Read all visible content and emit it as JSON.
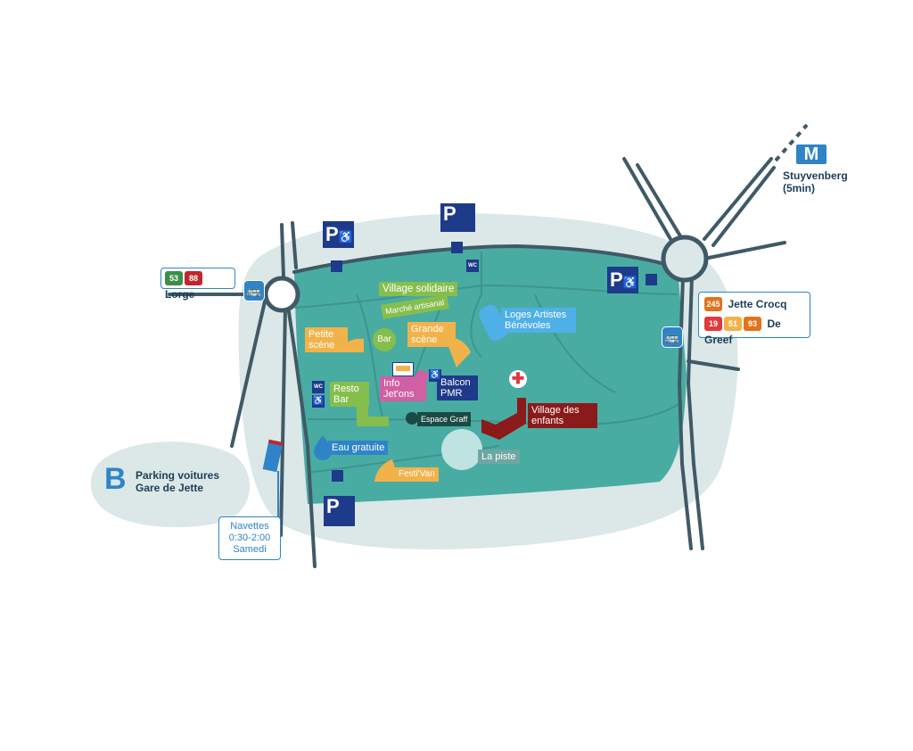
{
  "map": {
    "colors": {
      "park": "#48aca3",
      "halo": "#dbe8e7",
      "road": "#3f5a66",
      "navy": "#1e3a8a",
      "accent_blue": "#2f84c8",
      "green": "#86be4d",
      "orange": "#f2b24a",
      "pink": "#d15fa3",
      "dark_red": "#8b1a1a"
    },
    "venues": {
      "village_solidaire": "Village solidaire",
      "marche_artisanal": "Marché artisanal",
      "petite_scene": "Petite scène",
      "bar": "Bar",
      "grande_scene": "Grande scène",
      "loges": "Loges Artistes Bénévoles",
      "resto_bar": "Resto Bar",
      "info": "Info Jet'ons",
      "balcon": "Balcon PMR",
      "espace_graff": "Espace Graff",
      "village_enfants": "Village des enfants",
      "eau": "Eau gratuite",
      "festivan": "Festi'Van",
      "piste": "La piste",
      "wc": "WC"
    },
    "parking": {
      "letter": "P"
    },
    "transport": {
      "lorge": {
        "lines": [
          "53",
          "88"
        ],
        "line_colors": [
          "#3c8f48",
          "#c0262d"
        ],
        "name": "Lorge"
      },
      "jette_crocq": {
        "lines": [
          "245"
        ],
        "line_colors": [
          "#e2731c"
        ],
        "name": "Jette Crocq"
      },
      "de_greef": {
        "lines": [
          "19",
          "51",
          "93"
        ],
        "line_colors": [
          "#e03a3e",
          "#f2b24a",
          "#e2731c"
        ],
        "name": "De Greef"
      },
      "metro": {
        "letter": "M",
        "name": "Stuyvenberg",
        "time": "(5min)"
      },
      "parking_voitures": {
        "letter": "B",
        "line1": "Parking voitures",
        "line2": "Gare de Jette"
      },
      "navettes": {
        "line1": "Navettes",
        "line2": "0:30-2:00",
        "line3": "Samedi"
      }
    }
  }
}
